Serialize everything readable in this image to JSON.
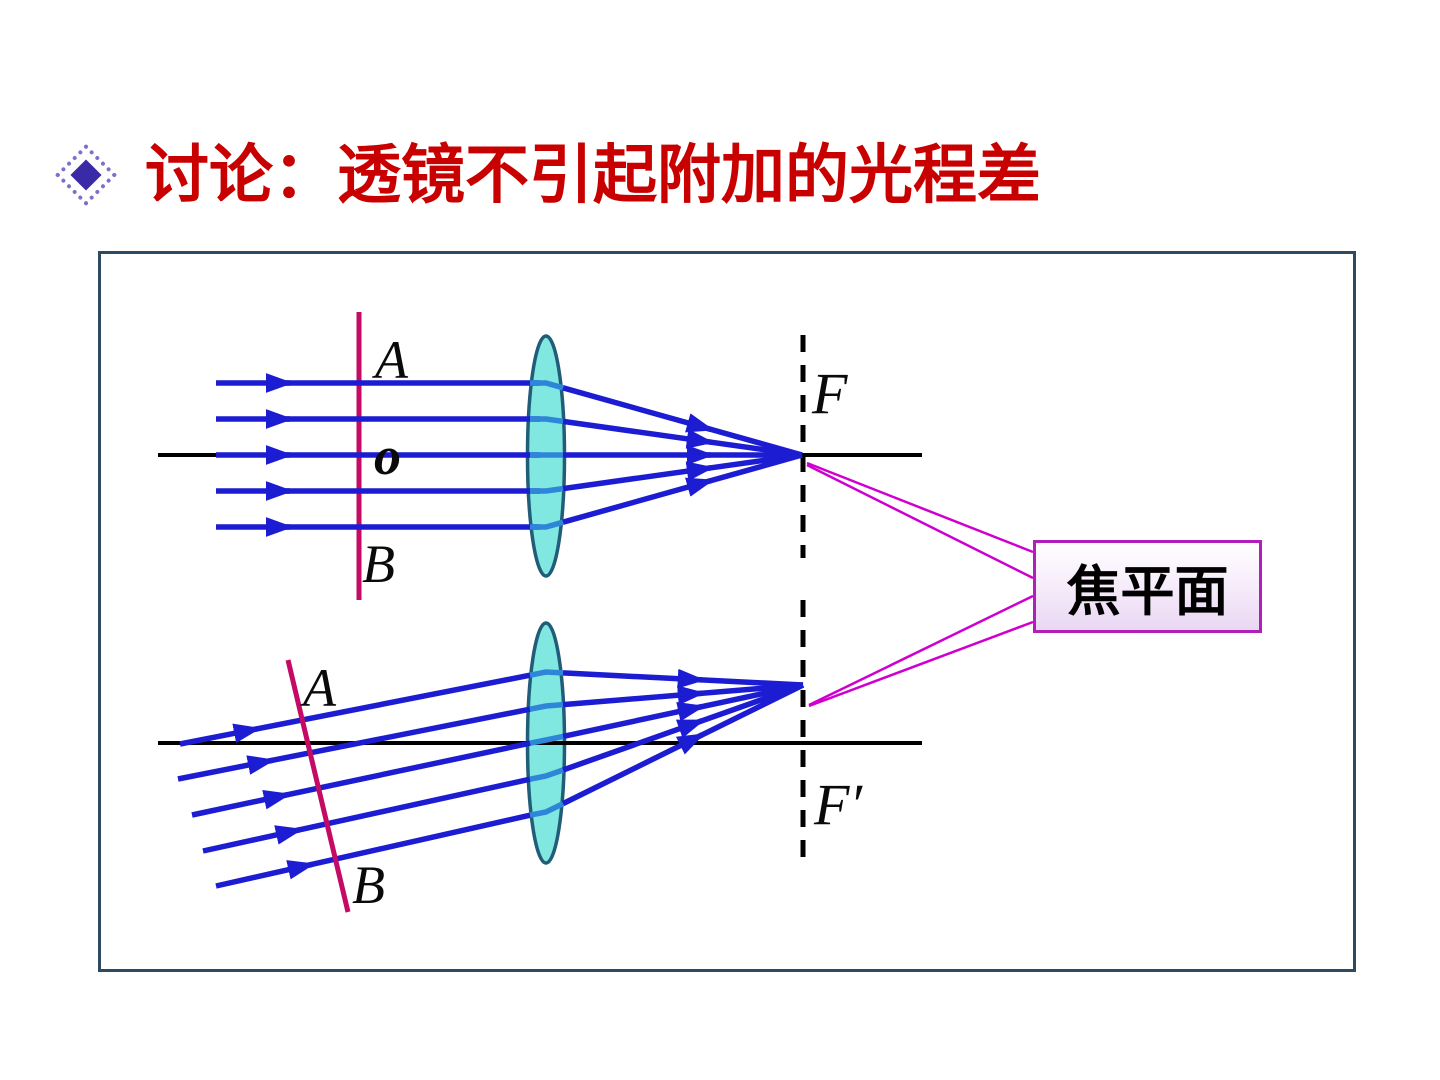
{
  "slide": {
    "title": "讨论：透镜不引起附加的光程差",
    "title_color": "#c80000",
    "bullet_icon": "diamond-icon",
    "background": "#ffffff"
  },
  "diagram": {
    "frame_color": "#2e4a62",
    "top_view": {
      "label_a": "A",
      "label_o": "o",
      "label_b": "B",
      "focus_label": "F"
    },
    "bottom_view": {
      "label_a": "A",
      "label_b": "B",
      "focus_label": "F′"
    },
    "callout": {
      "label": "焦平面",
      "border_color": "#b01fb8",
      "line_color": "#cf00cf"
    },
    "colors": {
      "ray": "#1c1cd2",
      "ray_in_lens": "#2f86d8",
      "lens_fill": "#80e8e0",
      "lens_border": "#215d78",
      "wavefront": "#c40a64",
      "axis": "#000000"
    }
  }
}
